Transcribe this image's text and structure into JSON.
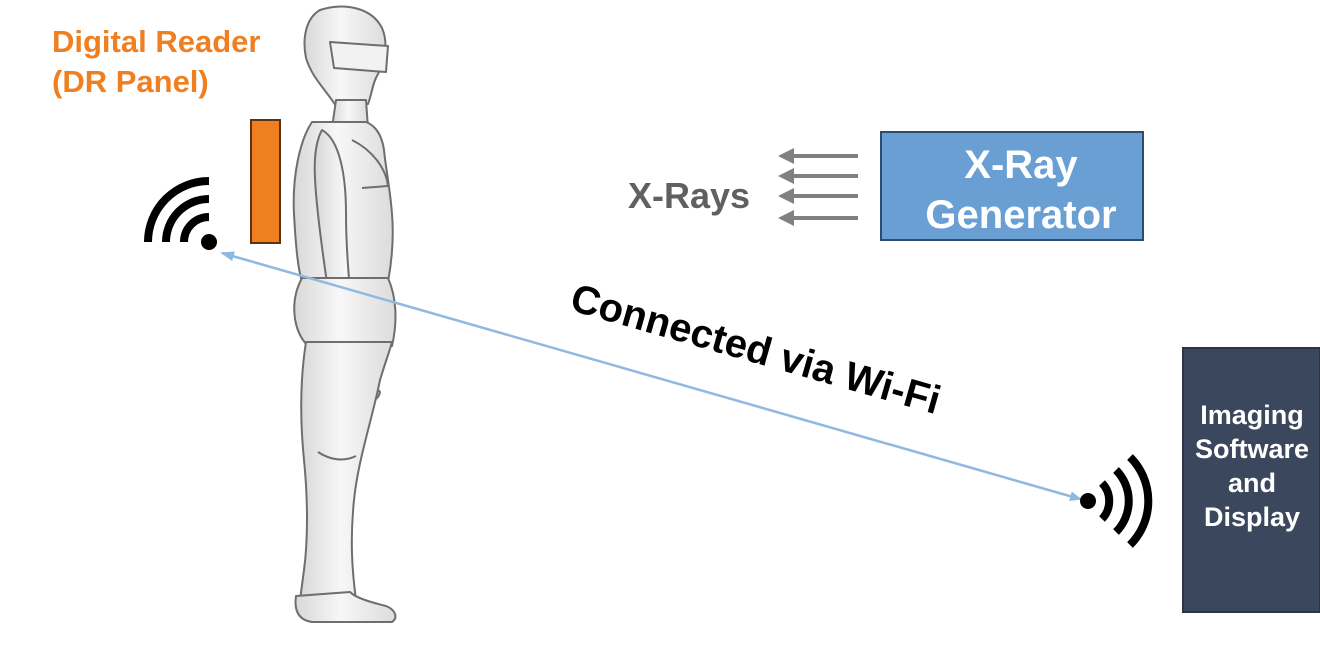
{
  "dr_panel": {
    "label_line1": "Digital Reader",
    "label_line2": "(DR Panel)",
    "color": "#F07F22",
    "border_color": "#5A3310"
  },
  "xray_generator": {
    "label_line1": "X-Ray",
    "label_line2": "Generator",
    "fill": "#6A9FD4",
    "border": "#2E4C70",
    "text_color": "#ffffff"
  },
  "xrays": {
    "label": "X-Rays",
    "text_color": "#606060",
    "arrow_color": "#808080"
  },
  "connection": {
    "label": "Connected via Wi-Fi",
    "line_color": "#8FB9DE",
    "text_color": "#000000"
  },
  "imaging": {
    "label_lines": [
      "Imaging",
      "Software",
      "and",
      "Display"
    ],
    "fill": "#3A475C",
    "text_color": "#ffffff"
  },
  "wifi_icon_color": "#000000",
  "figure_stroke": "#6E6E6E"
}
